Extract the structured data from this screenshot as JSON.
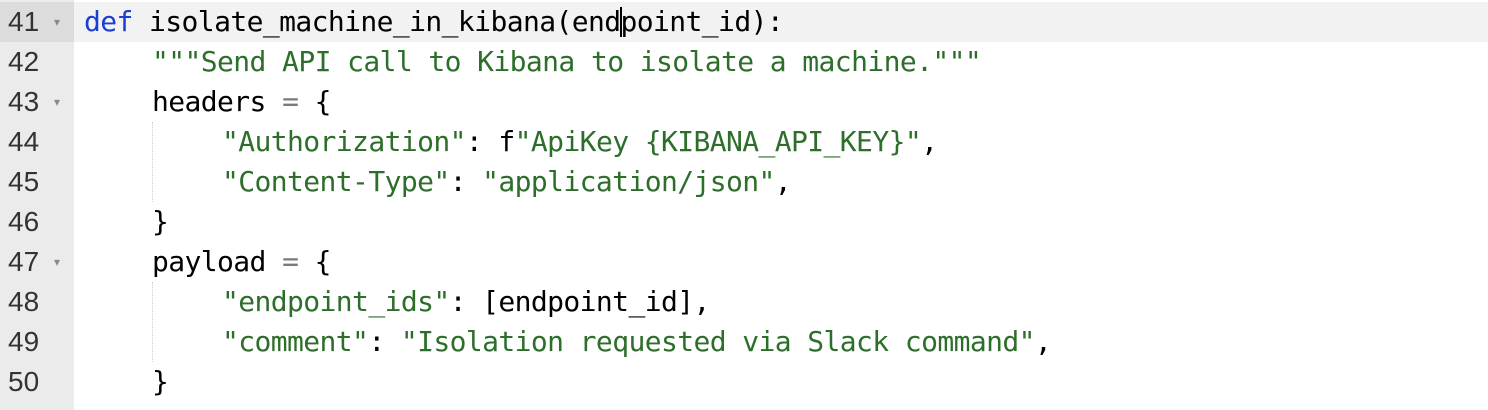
{
  "editor": {
    "lines": [
      {
        "num": "41",
        "folded_marker": "▾"
      },
      {
        "num": "42"
      },
      {
        "num": "43",
        "folded_marker": "▾"
      },
      {
        "num": "44"
      },
      {
        "num": "45"
      },
      {
        "num": "46"
      },
      {
        "num": "47",
        "folded_marker": "▾"
      },
      {
        "num": "48"
      },
      {
        "num": "49"
      },
      {
        "num": "50"
      }
    ],
    "tokens": {
      "l41_kw": "def",
      "l41_rest_a": " isolate_machine_in_kibana(end",
      "l41_rest_b": "point_id):",
      "l42_doc": "\"\"\"Send API call to Kibana to isolate a machine.\"\"\"",
      "l43_name": "headers",
      "l43_eq": " = ",
      "l43_brace": "{",
      "l44_key": "\"Authorization\"",
      "l44_colon": ": ",
      "l44_f": "f",
      "l44_val": "\"ApiKey {KIBANA_API_KEY}\"",
      "l44_comma": ",",
      "l45_key": "\"Content-Type\"",
      "l45_colon": ": ",
      "l45_val": "\"application/json\"",
      "l45_comma": ",",
      "l46_brace": "}",
      "l47_name": "payload",
      "l47_eq": " = ",
      "l47_brace": "{",
      "l48_key": "\"endpoint_ids\"",
      "l48_colon": ": ",
      "l48_val": "[endpoint_id],",
      "l49_key": "\"comment\"",
      "l49_colon": ": ",
      "l49_val": "\"Isolation requested via Slack command\"",
      "l49_comma": ",",
      "l50_brace": "}"
    }
  }
}
